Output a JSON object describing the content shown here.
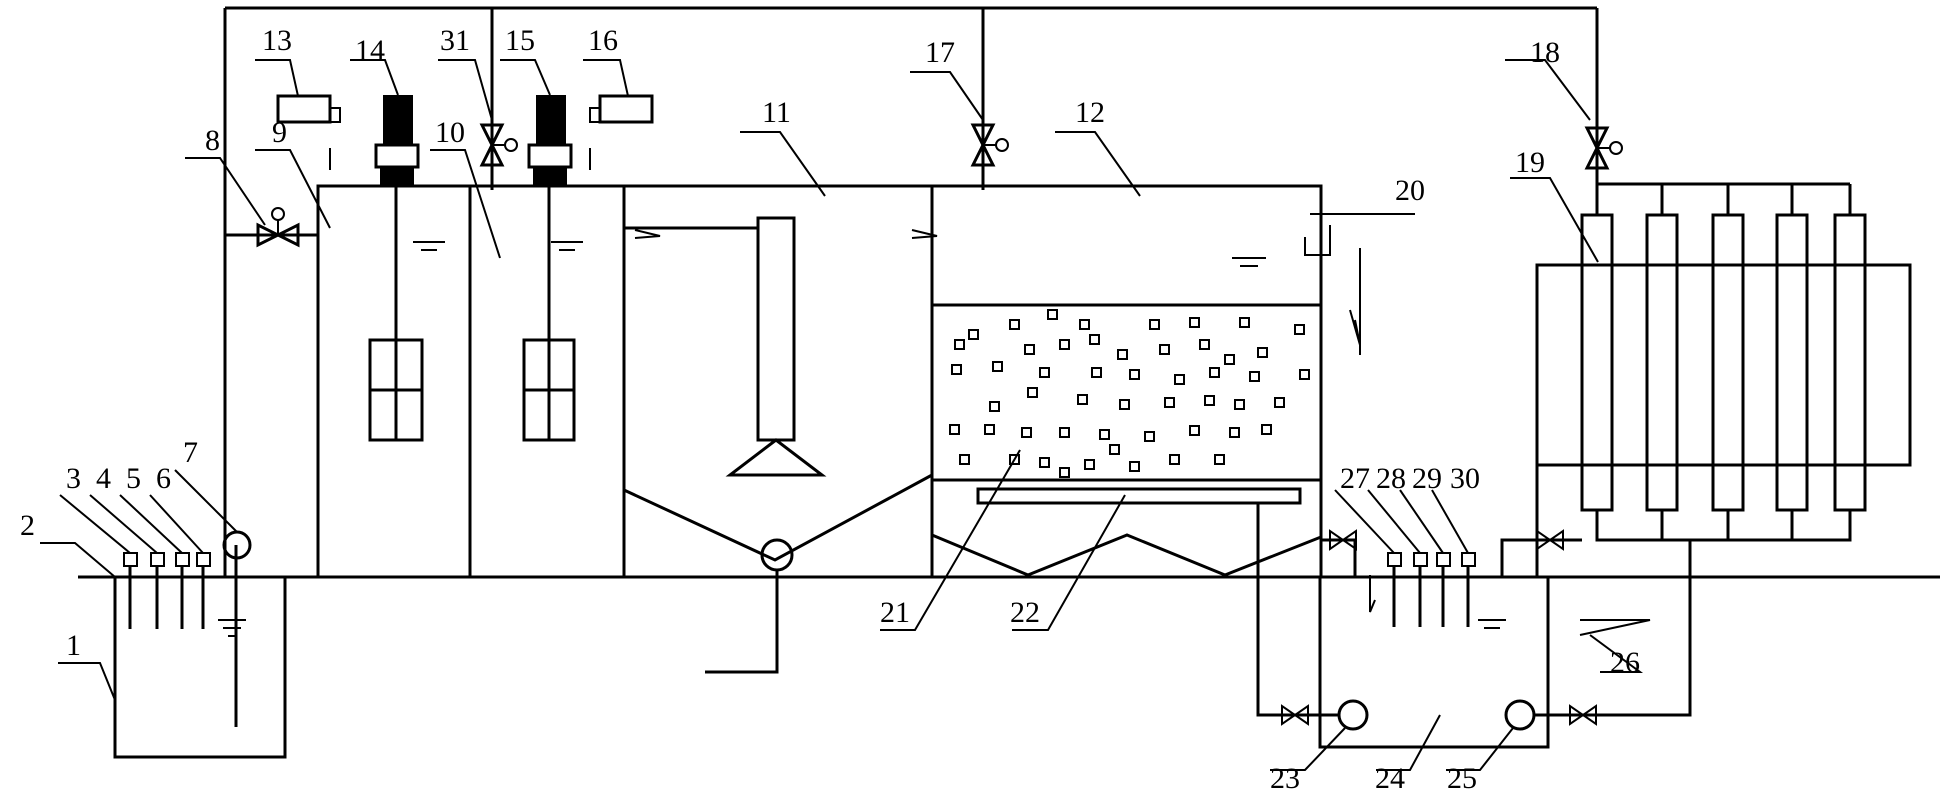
{
  "labels": {
    "n1": "1",
    "n2": "2",
    "n3": "3",
    "n4": "4",
    "n5": "5",
    "n6": "6",
    "n7": "7",
    "n8": "8",
    "n9": "9",
    "n10": "10",
    "n11": "11",
    "n12": "12",
    "n13": "13",
    "n14": "14",
    "n15": "15",
    "n16": "16",
    "n17": "17",
    "n18": "18",
    "n19": "19",
    "n20": "20",
    "n21": "21",
    "n22": "22",
    "n23": "23",
    "n24": "24",
    "n25": "25",
    "n26": "26",
    "n27": "27",
    "n28": "28",
    "n29": "29",
    "n30": "30",
    "n31": "31"
  },
  "colors": {
    "line": "#000000",
    "background": "#ffffff"
  }
}
